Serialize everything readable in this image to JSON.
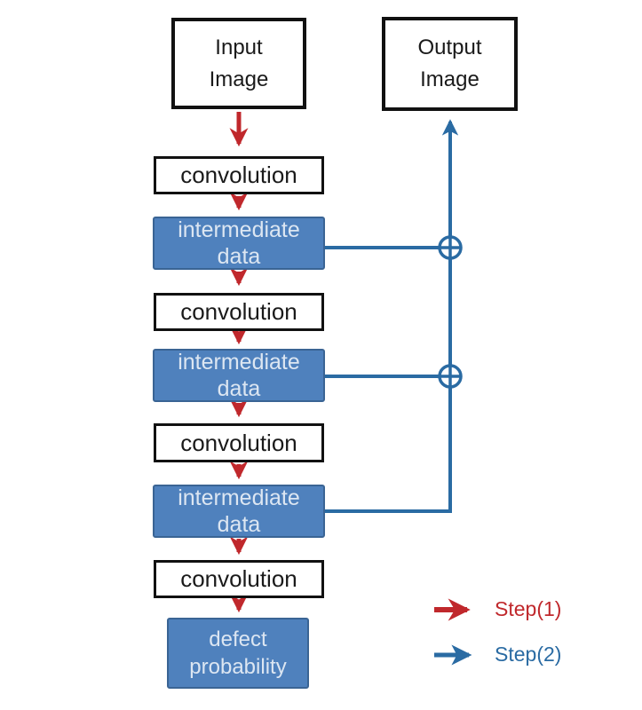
{
  "diagram": {
    "nodes": {
      "input_image": "Input\nImage",
      "output_image": "Output\nImage",
      "convolution_1": "convolution",
      "convolution_2": "convolution",
      "convolution_3": "convolution",
      "convolution_4": "convolution",
      "intermediate_1": "intermediate\ndata",
      "intermediate_2": "intermediate\ndata",
      "intermediate_3": "intermediate\ndata",
      "defect_probability": "defect\nprobability"
    },
    "legend": {
      "step1_label": "Step(1)",
      "step2_label": "Step(2)"
    },
    "icons": {
      "adder": "plus-circle",
      "step1_arrow": "red-arrow",
      "step2_arrow": "blue-arrow"
    },
    "colors": {
      "step1_red": "#c0282c",
      "step2_blue": "#2a6ba3",
      "node_fill_blue": "#4f81bd",
      "node_border_blue": "#3a6494",
      "node_border_black": "#111111",
      "node_text_dark": "#1a1a1a",
      "node_text_light": "#dce6f2"
    }
  }
}
